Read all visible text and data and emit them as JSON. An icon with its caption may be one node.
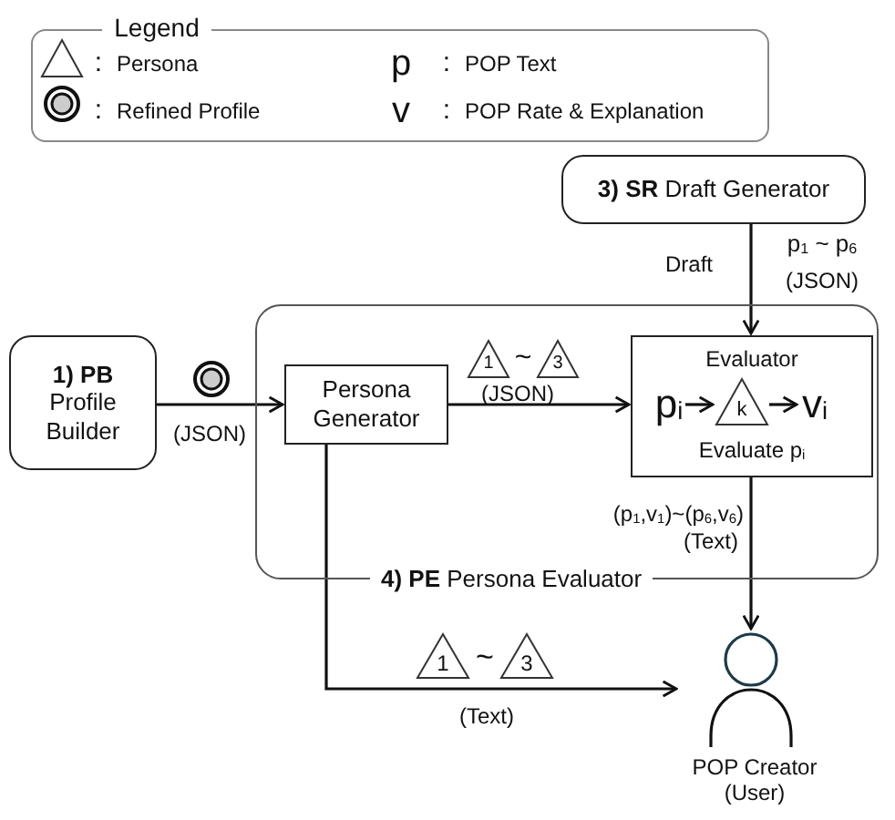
{
  "diagram": {
    "nodes": [
      {
        "text": [
          "1) PB",
          "Profile Builder"
        ]
      },
      {
        "text": [
          "**3) SR** Draft Generator"
        ]
      },
      {
        "text": [
          "**4) PE** Persona Evaluator"
        ]
      },
      {
        "text": [
          "Persona Generator"
        ],
        "in": 2
      },
      {
        "text": [
          "Evaluator",
          "Evaluate p$_{i}$"
        ],
        "in": 2
      },
      {
        "text": [
          "p$_{i}$"
        ],
        "in": 4
      },
      {
        "text": [
          "k"
        ],
        "in": 4
      },
      {
        "text": [
          "v$_{i}$"
        ],
        "in": 4
      },
      {
        "text": [
          "POP Creator (User)"
        ]
      },
      {
        "text": [
          "1"
        ],
        "in": 2
      },
      {
        "text": [
          "3"
        ],
        "in": 2
      },
      {
        "text": [
          "1"
        ]
      },
      {
        "text": [
          "3"
        ]
      }
    ],
    "edges": [
      {
        "from": 0,
        "to": 3,
        "arrow": "to",
        "label": "(JSON)"
      },
      {
        "from": 3,
        "to": 4,
        "arrow": "to",
        "label": "(JSON)"
      },
      {
        "from": 1,
        "to": 4,
        "arrow": "to",
        "label": "Draft"
      },
      {
        "from": 5,
        "to": 6,
        "arrow": "to"
      },
      {
        "from": 6,
        "to": 7,
        "arrow": "to"
      },
      {
        "from": 4,
        "to": 8,
        "arrow": "to",
        "label": "(p$_{1}$,v$_{1}$)~(p$_{6}$,v$_{6}$)"
      },
      {
        "from": 3,
        "to": 8,
        "arrow": "to",
        "label": "(Text)"
      }
    ],
    "labels": [
      "Legend",
      ":",
      "p",
      ":",
      ":",
      "v",
      ":",
      "~",
      "p$_{1}$ ~ p$_{6}$",
      "(JSON)",
      "(Text)",
      "~"
    ],
    "legend": [
      {
        "text": "Persona"
      },
      {
        "text": "POP Text"
      },
      {
        "text": "Refined Profile"
      },
      {
        "text": "POP Rate & Explanation"
      }
    ]
  }
}
